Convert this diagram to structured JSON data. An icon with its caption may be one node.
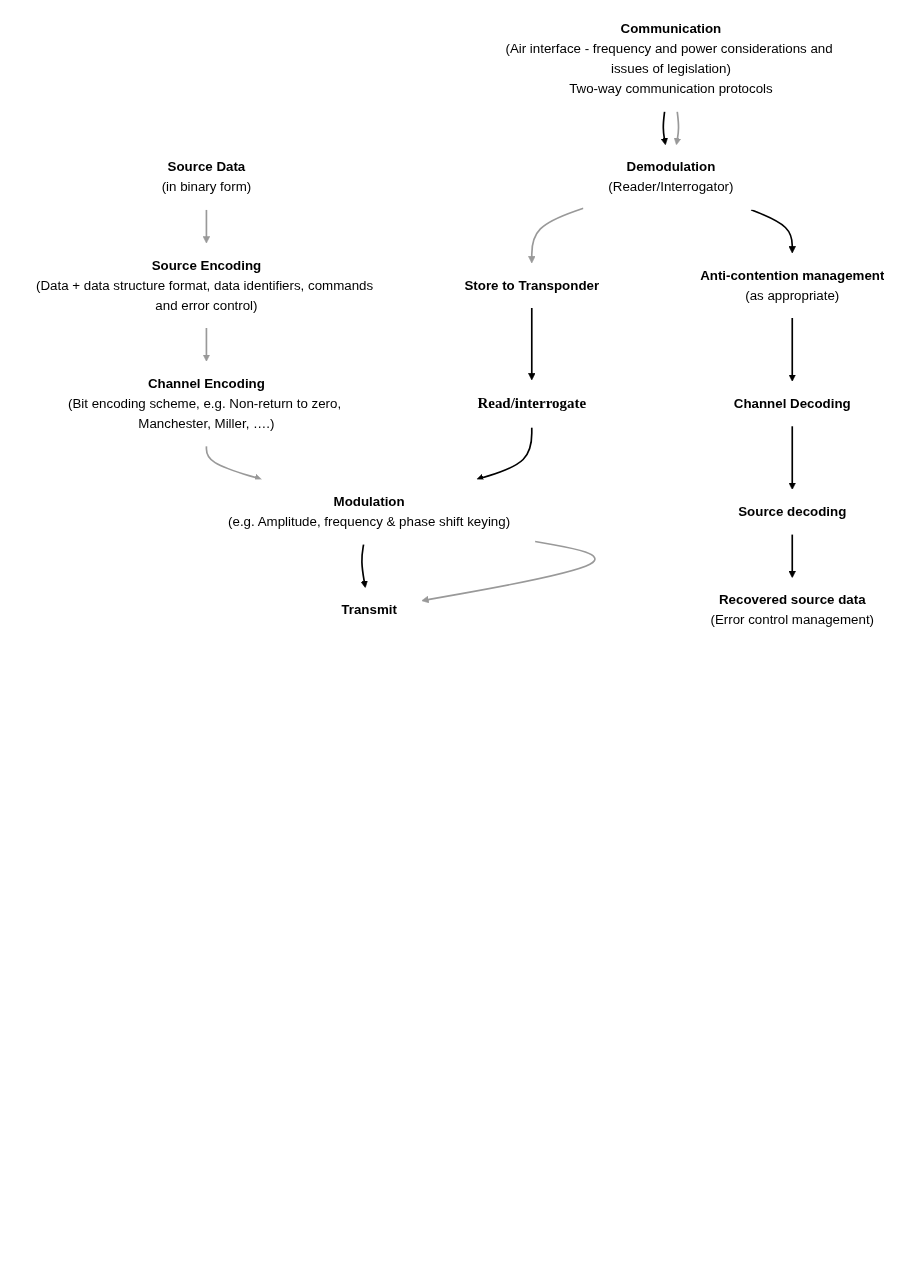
{
  "diagram": {
    "nodes": [
      {
        "text": [
          "Source Data",
          "(in binary form)"
        ]
      },
      {
        "text": [
          "Source Encoding",
          "(Data + data structure format, data identifiers, commands and error control)"
        ]
      },
      {
        "text": [
          "Channel Encoding",
          "(Bit encoding scheme, e.g. Non-return to zero, Manchester, Miller, ….)"
        ]
      },
      {
        "text": [
          "Modulation",
          "(e.g. Amplitude, frequency & phase shift keying)"
        ]
      },
      {
        "text": [
          "Transmit"
        ]
      },
      {
        "text": [
          "Communication",
          "(Air interface - frequency and power considerations and issues of legislation)",
          "Two-way communication protocols"
        ]
      },
      {
        "text": [
          "Demodulation",
          "(Reader/Interrogator)"
        ]
      },
      {
        "text": [
          "Anti-contention management",
          "(as appropriate)"
        ]
      },
      {
        "text": [
          "Channel Decoding"
        ]
      },
      {
        "text": [
          "Source decoding"
        ]
      },
      {
        "text": [
          "Recovered source data",
          "(Error control management)"
        ]
      },
      {
        "text": [
          "Store to Transponder"
        ]
      },
      {
        "text": [
          "Read/interrogate"
        ]
      }
    ],
    "edges": [
      {
        "from": 0,
        "to": 1,
        "arrow": "to",
        "color": "#999999"
      },
      {
        "from": 1,
        "to": 2,
        "arrow": "to",
        "color": "#999999"
      },
      {
        "from": 2,
        "to": 3,
        "arrow": "to",
        "color": "#999999"
      },
      {
        "from": 3,
        "to": 4,
        "arrow": "to"
      },
      {
        "from": 3,
        "to": 4,
        "arrow": "to",
        "color": "#999999"
      },
      {
        "from": 5,
        "to": 6,
        "arrow": "to"
      },
      {
        "from": 5,
        "to": 6,
        "arrow": "to",
        "color": "#999999"
      },
      {
        "from": 6,
        "to": 11,
        "arrow": "to",
        "color": "#999999"
      },
      {
        "from": 11,
        "to": 12,
        "arrow": "to"
      },
      {
        "from": 12,
        "to": 3,
        "arrow": "to"
      },
      {
        "from": 6,
        "to": 7,
        "arrow": "to"
      },
      {
        "from": 7,
        "to": 8,
        "arrow": "to"
      },
      {
        "from": 8,
        "to": 9,
        "arrow": "to"
      },
      {
        "from": 9,
        "to": 10,
        "arrow": "to"
      }
    ]
  }
}
